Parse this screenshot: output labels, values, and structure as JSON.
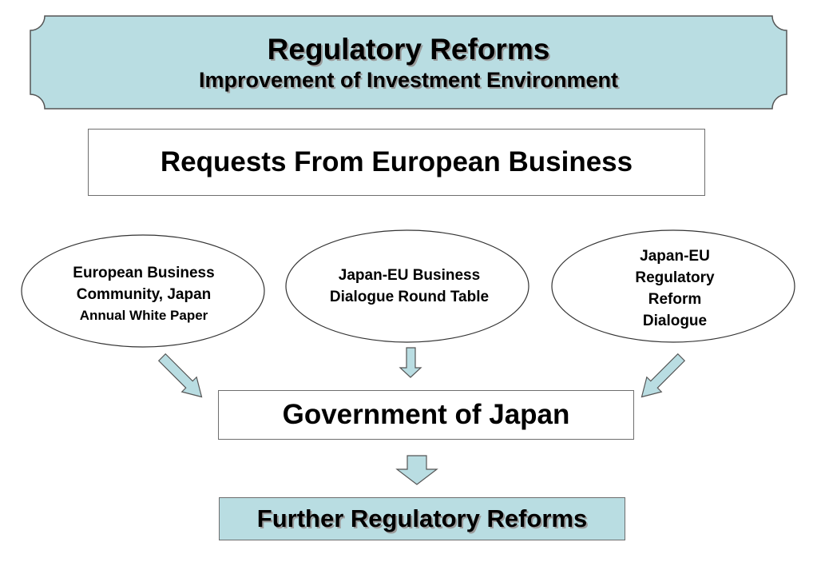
{
  "header": {
    "title": "Regulatory Reforms",
    "subtitle": "Improvement of  Investment Environment"
  },
  "requests_box": {
    "label": "Requests From European Business"
  },
  "sources": [
    {
      "line1": "European Business",
      "line2": "Community, Japan",
      "line3": "Annual White Paper"
    },
    {
      "line1": "Japan-EU Business",
      "line2": "Dialogue Round Table"
    },
    {
      "line1": "Japan-EU",
      "line2": "Regulatory",
      "line3": "Reform",
      "line4": "Dialogue"
    }
  ],
  "government_box": {
    "label": "Government of Japan"
  },
  "result_box": {
    "label": "Further Regulatory Reforms"
  },
  "colors": {
    "panel_fill": "#b9dde2",
    "arrow_fill": "#b9dde2",
    "outline": "#555555"
  }
}
